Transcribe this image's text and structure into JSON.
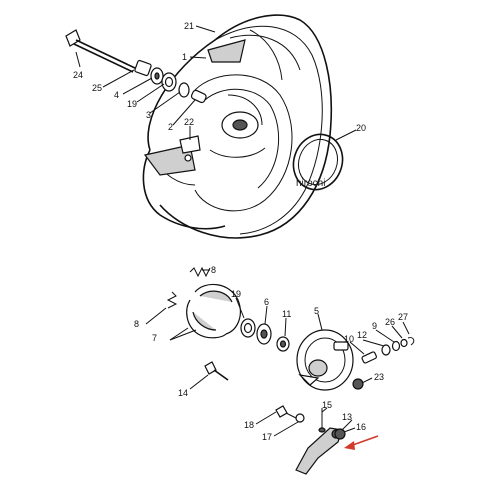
{
  "watermark": "hirochi",
  "labels": {
    "l21": "21",
    "l1": "1",
    "l24": "24",
    "l25": "25",
    "l4": "4",
    "l19a": "19",
    "l3": "3",
    "l2": "2",
    "l22": "22",
    "l20": "20",
    "l8a": "8",
    "l19b": "19",
    "l6": "6",
    "l5": "5",
    "l8b": "8",
    "l7": "7",
    "l11": "11",
    "l10": "10",
    "l12": "12",
    "l9": "9",
    "l26": "26",
    "l27": "27",
    "l14": "14",
    "l23": "23",
    "l15": "15",
    "l13": "13",
    "l18": "18",
    "l16": "16",
    "l17": "17"
  },
  "colors": {
    "arrow": "#d33a2c",
    "line": "#111111"
  }
}
